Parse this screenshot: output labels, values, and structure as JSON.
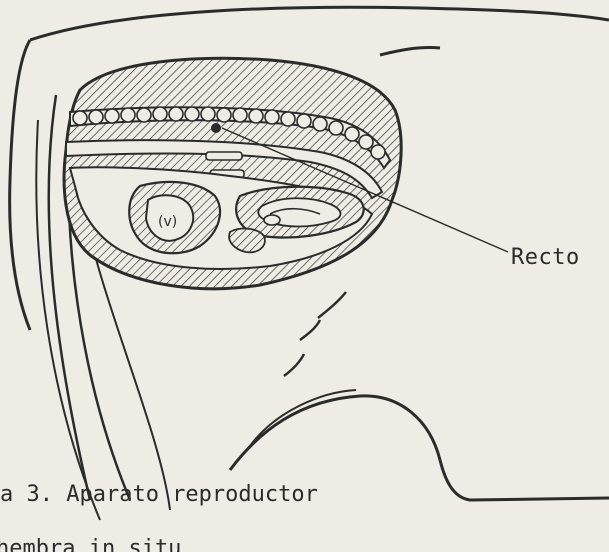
{
  "labels": {
    "recto": "Recto"
  },
  "caption": {
    "line1": "a 3. Aparato reproductor",
    "line2": "hembra in situ"
  },
  "colors": {
    "paper": "#eeece4",
    "ink": "#2b2b2b"
  }
}
